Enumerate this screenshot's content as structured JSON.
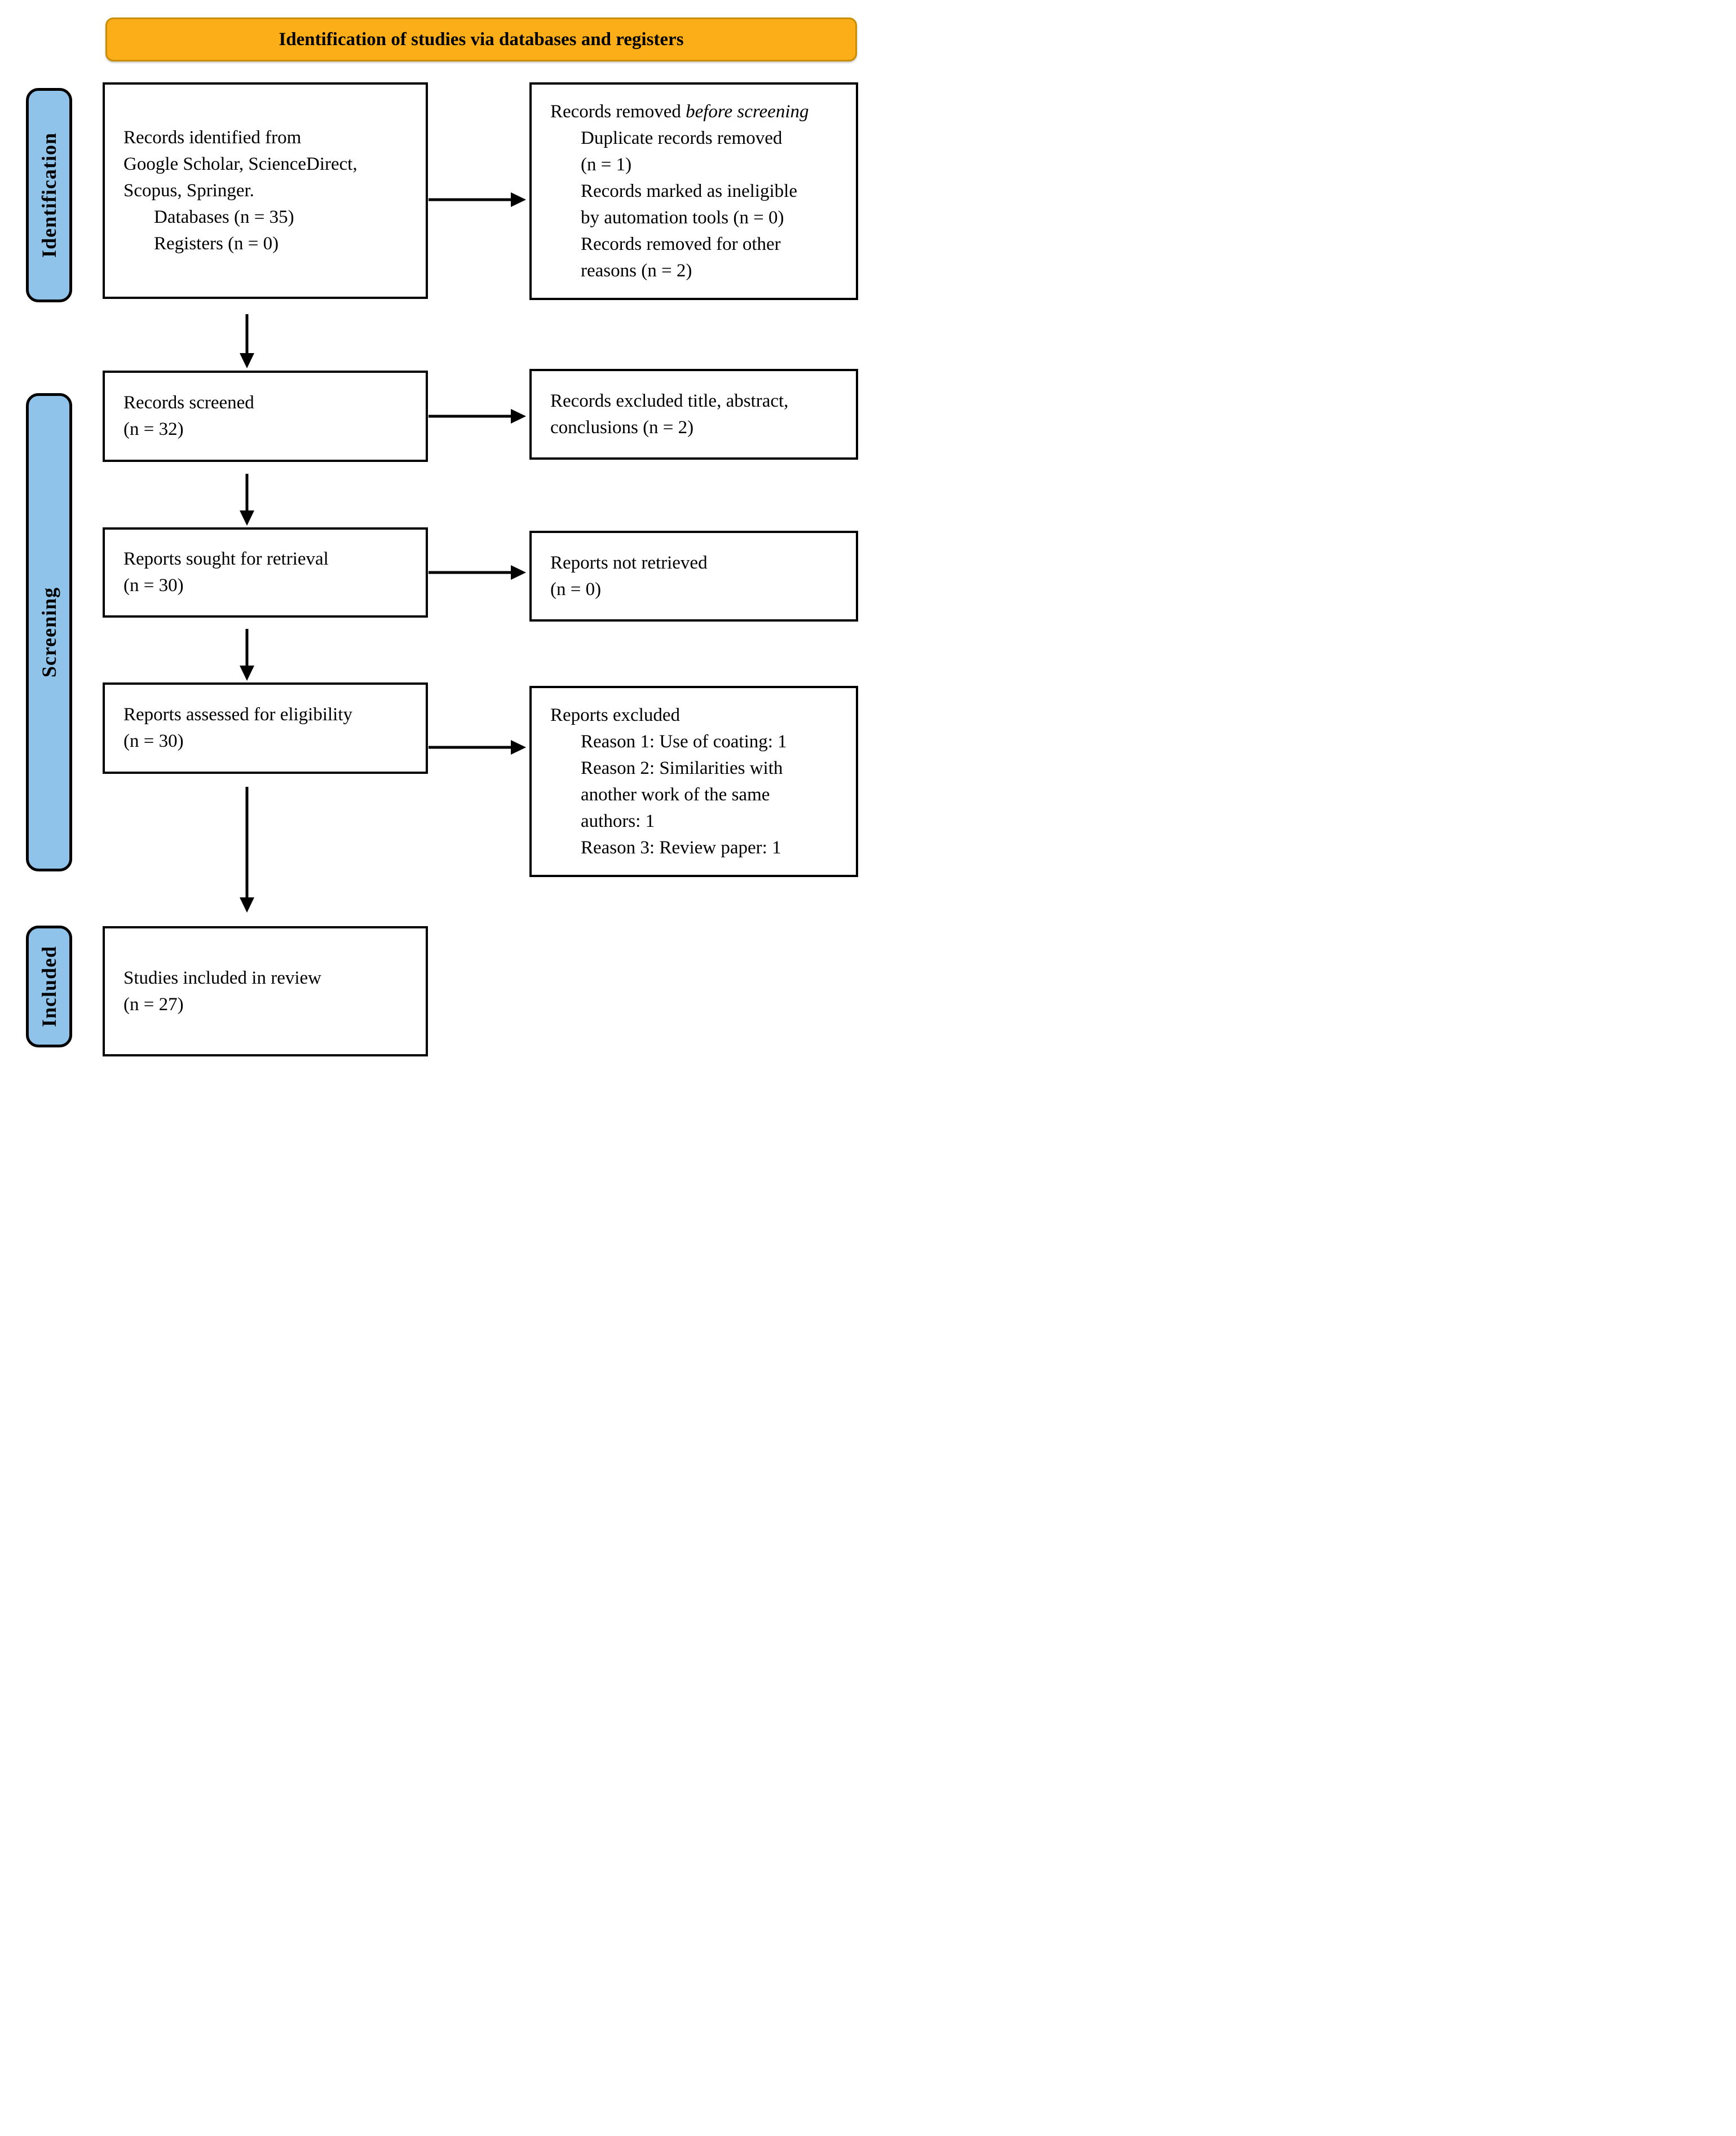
{
  "banner": {
    "title": "Identification of studies via databases and registers"
  },
  "sidebar": {
    "identification": "Identification",
    "screening": "Screening",
    "included": "Included"
  },
  "boxes": {
    "records_identified": {
      "lines": [
        "Records identified from",
        "Google Scholar, ScienceDirect,",
        "Scopus, Springer."
      ],
      "indented_lines": [
        "Databases (n = 35)",
        "Registers (n = 0)"
      ]
    },
    "records_removed": {
      "heading_regular": "Records removed ",
      "heading_italic": "before screening",
      "indented_lines": [
        "Duplicate records removed",
        "(n = 1)",
        "Records marked as ineligible",
        "by automation tools (n = 0)",
        "Records removed for other",
        "reasons (n = 2)"
      ]
    },
    "records_screened": {
      "lines": [
        "Records screened",
        "(n = 32)"
      ]
    },
    "records_excluded": {
      "lines": [
        "Records excluded title, abstract,",
        "conclusions (n = 2)"
      ]
    },
    "reports_sought": {
      "lines": [
        "Reports sought for retrieval",
        "(n = 30)"
      ]
    },
    "reports_not_retrieved": {
      "lines": [
        "Reports not retrieved",
        "(n = 0)"
      ]
    },
    "reports_assessed": {
      "lines": [
        "Reports assessed for eligibility",
        "(n = 30)"
      ]
    },
    "reports_excluded": {
      "heading": "Reports excluded",
      "indented_lines": [
        "Reason 1: Use of coating: 1",
        "Reason 2: Similarities with",
        "another work of the same",
        "authors: 1",
        "Reason 3: Review paper: 1"
      ]
    },
    "studies_included": {
      "lines": [
        "Studies included in review",
        "(n = 27)"
      ]
    }
  },
  "colors": {
    "banner_fill": "#FBAE17",
    "banner_border": "#C98F00",
    "stage_fill": "#8FC3E9",
    "stage_border": "#000000",
    "box_border": "#000000",
    "arrow": "#000000",
    "text": "#000000",
    "background": "#FFFFFF"
  }
}
